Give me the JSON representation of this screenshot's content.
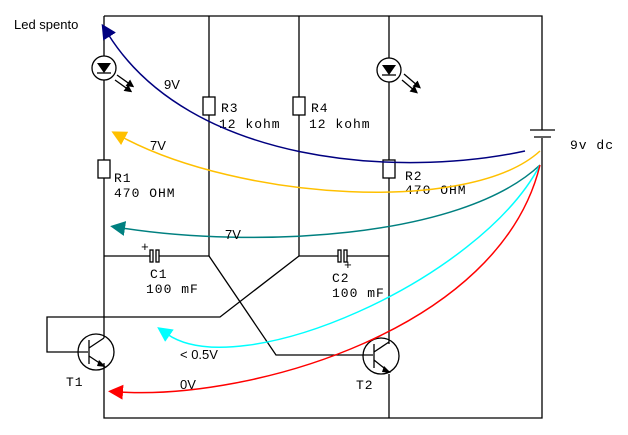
{
  "title": "Led spento",
  "components": {
    "R1": {
      "name": "R1",
      "value": "470 OHM"
    },
    "R2": {
      "name": "R2",
      "value": "470 OHM"
    },
    "R3": {
      "name": "R3",
      "value": "12 kohm"
    },
    "R4": {
      "name": "R4",
      "value": "12 kohm"
    },
    "C1": {
      "name": "C1",
      "value": "100 mF",
      "polarity": "+"
    },
    "C2": {
      "name": "C2",
      "value": "100 mF",
      "polarity": "+"
    },
    "T1": {
      "name": "T1"
    },
    "T2": {
      "name": "T2"
    },
    "battery": {
      "value": "9v dc"
    }
  },
  "voltages": [
    {
      "label": "9V",
      "color": "#000080"
    },
    {
      "label": "7V",
      "color": "#ffc000"
    },
    {
      "label": "7V",
      "color": "#008080"
    },
    {
      "label": "< 0.5V",
      "color": "#00ffff"
    },
    {
      "label": "0V",
      "color": "#ff0000"
    }
  ]
}
